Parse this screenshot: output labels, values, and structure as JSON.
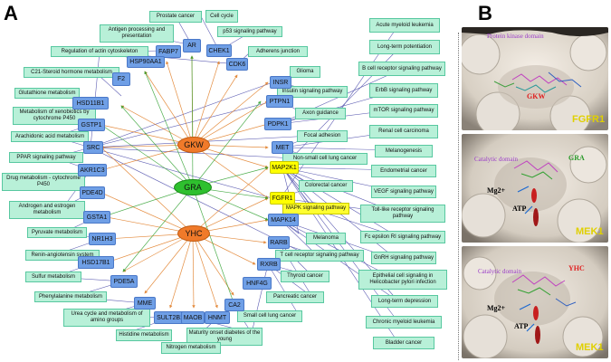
{
  "panels": {
    "a": "A",
    "b": "B"
  },
  "drugs": {
    "gkw": "GKW",
    "gra": "GRA",
    "yhc": "YHC"
  },
  "genes": {
    "ar": "AR",
    "chek1": "CHEK1",
    "fabp7": "FABP7",
    "hsp90aa1": "HSP90AA1",
    "cdk6": "CDK6",
    "f2": "F2",
    "insr": "INSR",
    "hsd11b1": "HSD11B1",
    "ptpn1": "PTPN1",
    "gstp1": "GSTP1",
    "pdpk1": "PDPK1",
    "src": "SRC",
    "met": "MET",
    "akr1c3": "AKR1C3",
    "map2k1": "MAP2K1",
    "pde4d": "PDE4D",
    "fgfr1": "FGFR1",
    "gsta1": "GSTA1",
    "mapk14": "MAPK14",
    "nr1h3": "NR1H3",
    "rarb": "RARB",
    "hsd17b1": "HSD17B1",
    "rxrb": "RXRB",
    "pde5a": "PDE5A",
    "hnf4g": "HNF4G",
    "mme": "MME",
    "ca2": "CA2",
    "sult2b1": "SULT2B1",
    "maob": "MAOB",
    "hnmt": "HNMT"
  },
  "pathways": {
    "prostate": "Prostate cancer",
    "cell_cycle": "Cell cycle",
    "antigen": "Antigen processing and presentation",
    "p53": "p53 signaling pathway",
    "actin": "Regulation of actin cytoskeleton",
    "adherens": "Adherens junction",
    "c21": "C21-Steroid hormone metabolism",
    "glioma": "Glioma",
    "glutathione": "Glutathione metabolism",
    "insulin": "Insulin signaling pathway",
    "xenobiotics": "Metabolism of xenobiotics by cytochrome P450",
    "axon": "Axon guidance",
    "arachidonic": "Arachidonic acid metabolism",
    "focal": "Focal adhesion",
    "ppar": "PPAR signaling pathway",
    "nsclc": "Non-small cell lung cancer",
    "drug_p450": "Drug metabolism - cytochrome P450",
    "colorectal": "Colorectal cancer",
    "androgen": "Androgen and estrogen metabolism",
    "mapk_sig": "MAPK signaling pathway",
    "pyruvate": "Pyruvate metabolism",
    "melanoma": "Melanoma",
    "renin": "Renin-angiotensin system",
    "tcell": "T cell receptor signaling pathway",
    "sulfur": "Sulfur metabolism",
    "thyroid": "Thyroid cancer",
    "phenylalanine": "Phenylalanine metabolism",
    "pancreatic": "Pancreatic cancer",
    "urea": "Urea cycle and metabolism of amino groups",
    "sclc": "Small cell lung cancer",
    "histidine": "Histidine metabolism",
    "mody": "Maturity onset diabetes of the young",
    "nitrogen": "Nitrogen metabolism",
    "aml": "Acute myeloid leukemia",
    "ltp": "Long-term potentiation",
    "bcell": "B cell receptor signaling pathway",
    "erbb": "ErbB signaling pathway",
    "mtor": "mTOR signaling pathway",
    "renal": "Renal cell carcinoma",
    "melanogenesis": "Melanogenesis",
    "endometrial": "Endometrial cancer",
    "vegf": "VEGF signaling pathway",
    "tlr": "Toll-like receptor signaling pathway",
    "fcer": "Fc epsilon RI signaling pathway",
    "gnrh": "GnRH signaling pathway",
    "hpylori": "Epithelial cell signaling in Helicobacter pylori infection",
    "ltd": "Long-term depression",
    "cml": "Chronic myeloid leukemia",
    "bladder": "Bladder cancer"
  },
  "docking": {
    "fgfr1": {
      "domain": "Protein kinase domain",
      "ligand": "GKW",
      "target": "FGFR1"
    },
    "mek1_gra": {
      "domain": "Catalytic domain",
      "ligand": "GRA",
      "cofactor": "Mg2+",
      "atp": "ATP",
      "target": "MEK1"
    },
    "mek1_yhc": {
      "domain": "Catalytic domain",
      "ligand": "YHC",
      "cofactor": "Mg2+",
      "atp": "ATP",
      "target": "MEK1"
    }
  },
  "colors": {
    "drug": "#f07a2a",
    "gra": "#2ec02e",
    "gene": "#6f9fe6",
    "highlight": "#ffff00",
    "pathway": "#b8f0d8",
    "edge_pathway": "#2a2a9a",
    "target_label": "#e0d000"
  }
}
